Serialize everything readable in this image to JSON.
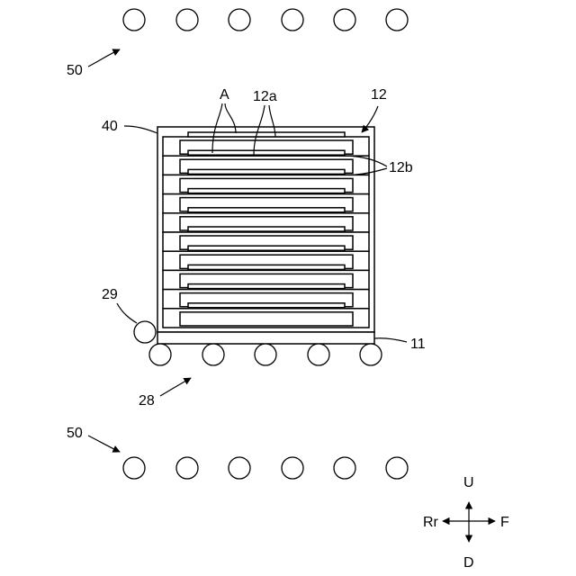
{
  "labels": {
    "top_rollers": "50",
    "bottom_rollers": "50",
    "callout_a": "A",
    "tray_sheet": "12a",
    "stack": "12",
    "holder": "40",
    "tray_edges": "12b",
    "side_roller": "29",
    "base_plate": "11",
    "conveyor_rollers": "28"
  },
  "direction_indicator": {
    "up": "U",
    "down": "D",
    "front": "F",
    "rear": "Rr"
  }
}
